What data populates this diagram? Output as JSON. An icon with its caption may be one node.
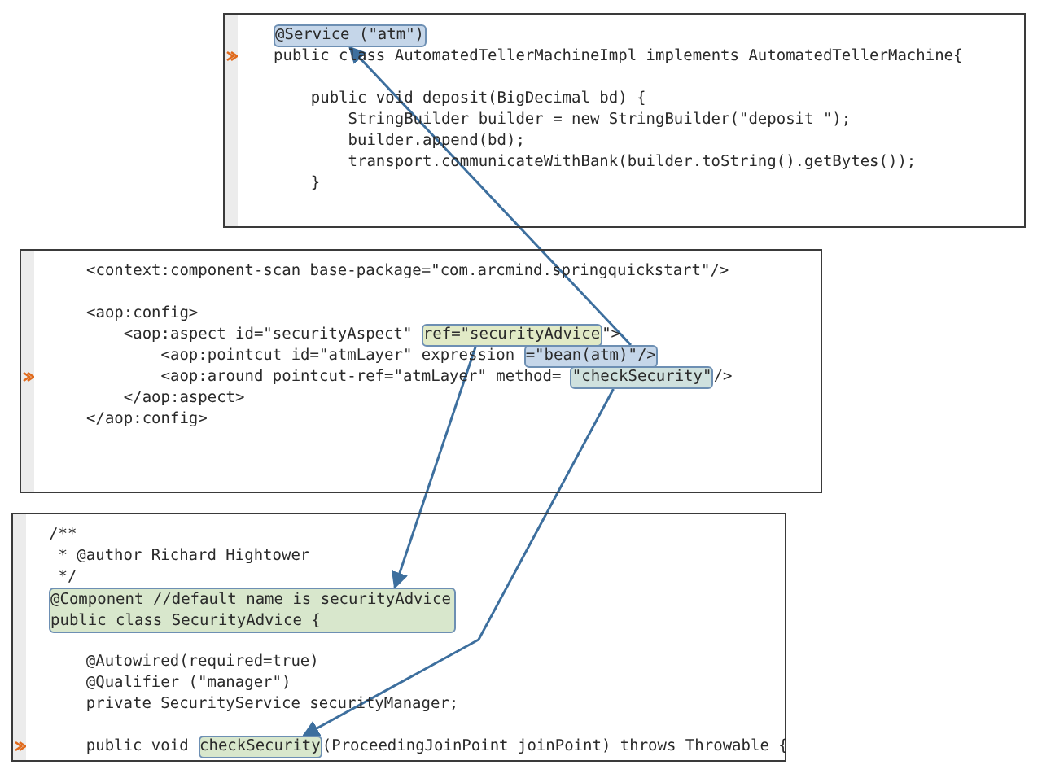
{
  "diagram": {
    "nodes": [
      {
        "text": [
          "public class AutomatedTellerMachineImpl implements AutomatedTellerMachine{",
          "public void deposit(BigDecimal bd) {",
          "StringBuilder builder = new StringBuilder(\"deposit \");",
          "builder.append(bd);",
          "transport.communicateWithBank(builder.toString().getBytes());",
          "}"
        ]
      },
      {
        "text": [
          "@Service (\"atm\")"
        ],
        "in": 0
      },
      {
        "text": [
          "<context:component-scan base-package=\"com.arcmind.springquickstart\"/>",
          "<aop:config>",
          "<aop:aspect id=\"securityAspect\"",
          "\">",
          "<aop:pointcut id=\"atmLayer\" expression",
          "<aop:around pointcut-ref=\"atmLayer\" method=",
          "/>",
          "</aop:aspect>",
          "</aop:config>"
        ]
      },
      {
        "text": [
          "ref=\"securityAdvice"
        ],
        "in": 2
      },
      {
        "text": [
          "=\"bean(atm)\"/>"
        ],
        "in": 2
      },
      {
        "text": [
          "\"checkSecurity\""
        ],
        "in": 2
      },
      {
        "text": [
          "/**",
          "* @author Richard Hightower",
          "*/",
          "@Autowired(required=true)",
          "@Qualifier (\"manager\")",
          "private SecurityService securityManager;",
          "public void",
          "(ProceedingJoinPoint joinPoint) throws Throwable {"
        ]
      },
      {
        "text": [
          "@Component //default name is securityAdvice",
          "public class SecurityAdvice {"
        ],
        "in": 6
      },
      {
        "text": [
          "checkSecurity"
        ],
        "in": 6
      }
    ],
    "edges": [
      {
        "from": 4,
        "to": 1,
        "arrow": "to"
      },
      {
        "from": 3,
        "to": 7,
        "arrow": "to"
      },
      {
        "from": 5,
        "to": 8,
        "arrow": "to"
      }
    ]
  }
}
